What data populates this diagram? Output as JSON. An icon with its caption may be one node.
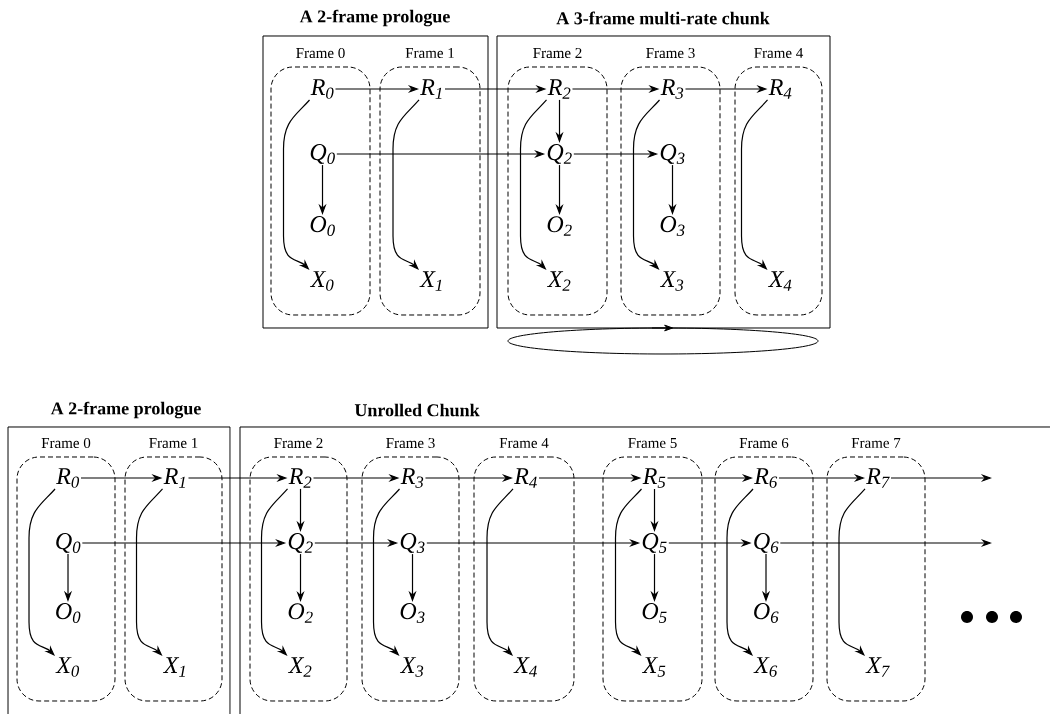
{
  "diagram": {
    "nodes": [
      {
        "text": [
          "A 2-frame prologue"
        ]
      },
      {
        "text": [
          "Frame 0"
        ],
        "in": 0
      },
      {
        "text": [
          "R$_{0}$"
        ],
        "in": 1
      },
      {
        "text": [
          "Q$_{0}$"
        ],
        "in": 1
      },
      {
        "text": [
          "O$_{0}$"
        ],
        "in": 1
      },
      {
        "text": [
          "X$_{0}$"
        ],
        "in": 1
      },
      {
        "text": [
          "Frame 1"
        ],
        "in": 0
      },
      {
        "text": [
          "R$_{1}$"
        ],
        "in": 6
      },
      {
        "text": [
          "X$_{1}$"
        ],
        "in": 6
      },
      {
        "text": [
          "A 3-frame multi-rate chunk"
        ]
      },
      {
        "text": [
          "Frame 2"
        ],
        "in": 9
      },
      {
        "text": [
          "R$_{2}$"
        ],
        "in": 10
      },
      {
        "text": [
          "Q$_{2}$"
        ],
        "in": 10
      },
      {
        "text": [
          "O$_{2}$"
        ],
        "in": 10
      },
      {
        "text": [
          "X$_{2}$"
        ],
        "in": 10
      },
      {
        "text": [
          "Frame 3"
        ],
        "in": 9
      },
      {
        "text": [
          "R$_{3}$"
        ],
        "in": 15
      },
      {
        "text": [
          "Q$_{3}$"
        ],
        "in": 15
      },
      {
        "text": [
          "O$_{3}$"
        ],
        "in": 15
      },
      {
        "text": [
          "X$_{3}$"
        ],
        "in": 15
      },
      {
        "text": [
          "Frame 4"
        ],
        "in": 9
      },
      {
        "text": [
          "R$_{4}$"
        ],
        "in": 20
      },
      {
        "text": [
          "X$_{4}$"
        ],
        "in": 20
      },
      {
        "text": [
          "A 2-frame prologue"
        ]
      },
      {
        "text": [
          "Frame 0"
        ],
        "in": 23
      },
      {
        "text": [
          "R$_{0}$"
        ],
        "in": 24
      },
      {
        "text": [
          "Q$_{0}$"
        ],
        "in": 24
      },
      {
        "text": [
          "O$_{0}$"
        ],
        "in": 24
      },
      {
        "text": [
          "X$_{0}$"
        ],
        "in": 24
      },
      {
        "text": [
          "Frame 1"
        ],
        "in": 23
      },
      {
        "text": [
          "R$_{1}$"
        ],
        "in": 29
      },
      {
        "text": [
          "X$_{1}$"
        ],
        "in": 29
      },
      {
        "text": [
          "Unrolled Chunk"
        ]
      },
      {
        "text": [
          "Frame 2"
        ],
        "in": 32
      },
      {
        "text": [
          "R$_{2}$"
        ],
        "in": 33
      },
      {
        "text": [
          "Q$_{2}$"
        ],
        "in": 33
      },
      {
        "text": [
          "O$_{2}$"
        ],
        "in": 33
      },
      {
        "text": [
          "X$_{2}$"
        ],
        "in": 33
      },
      {
        "text": [
          "Frame 3"
        ],
        "in": 32
      },
      {
        "text": [
          "R$_{3}$"
        ],
        "in": 38
      },
      {
        "text": [
          "Q$_{3}$"
        ],
        "in": 38
      },
      {
        "text": [
          "O$_{3}$"
        ],
        "in": 38
      },
      {
        "text": [
          "X$_{3}$"
        ],
        "in": 38
      },
      {
        "text": [
          "Frame 4"
        ],
        "in": 32
      },
      {
        "text": [
          "R$_{4}$"
        ],
        "in": 43
      },
      {
        "text": [
          "X$_{4}$"
        ],
        "in": 43
      },
      {
        "text": [
          "Frame 5"
        ],
        "in": 32
      },
      {
        "text": [
          "R$_{5}$"
        ],
        "in": 46
      },
      {
        "text": [
          "Q$_{5}$"
        ],
        "in": 46
      },
      {
        "text": [
          "O$_{5}$"
        ],
        "in": 46
      },
      {
        "text": [
          "X$_{5}$"
        ],
        "in": 46
      },
      {
        "text": [
          "Frame 6"
        ],
        "in": 32
      },
      {
        "text": [
          "R$_{6}$"
        ],
        "in": 51
      },
      {
        "text": [
          "Q$_{6}$"
        ],
        "in": 51
      },
      {
        "text": [
          "O$_{6}$"
        ],
        "in": 51
      },
      {
        "text": [
          "X$_{6}$"
        ],
        "in": 51
      },
      {
        "text": [
          "Frame 7"
        ],
        "in": 32
      },
      {
        "text": [
          "R$_{7}$"
        ],
        "in": 56
      },
      {
        "text": [
          "X$_{7}$"
        ],
        "in": 56
      }
    ],
    "edges": [
      {
        "from": 2,
        "to": 7,
        "arrow": "to"
      },
      {
        "from": 7,
        "to": 11,
        "arrow": "to"
      },
      {
        "from": 11,
        "to": 16,
        "arrow": "to"
      },
      {
        "from": 16,
        "to": 21,
        "arrow": "to"
      },
      {
        "from": 2,
        "to": 5,
        "arrow": "to"
      },
      {
        "from": 7,
        "to": 8,
        "arrow": "to"
      },
      {
        "from": 11,
        "to": 14,
        "arrow": "to"
      },
      {
        "from": 16,
        "to": 19,
        "arrow": "to"
      },
      {
        "from": 21,
        "to": 22,
        "arrow": "to"
      },
      {
        "from": 11,
        "to": 12,
        "arrow": "to"
      },
      {
        "from": 3,
        "to": 12,
        "arrow": "to"
      },
      {
        "from": 12,
        "to": 17,
        "arrow": "to"
      },
      {
        "from": 3,
        "to": 4,
        "arrow": "to"
      },
      {
        "from": 12,
        "to": 13,
        "arrow": "to"
      },
      {
        "from": 17,
        "to": 18,
        "arrow": "to"
      },
      {
        "from": 25,
        "to": 30,
        "arrow": "to"
      },
      {
        "from": 30,
        "to": 34,
        "arrow": "to"
      },
      {
        "from": 34,
        "to": 39,
        "arrow": "to"
      },
      {
        "from": 39,
        "to": 44,
        "arrow": "to"
      },
      {
        "from": 44,
        "to": 47,
        "arrow": "to"
      },
      {
        "from": 47,
        "to": 52,
        "arrow": "to"
      },
      {
        "from": 52,
        "to": 57,
        "arrow": "to"
      },
      {
        "from": 57,
        "to": null,
        "arrow": "to"
      },
      {
        "from": 25,
        "to": 28,
        "arrow": "to"
      },
      {
        "from": 30,
        "to": 31,
        "arrow": "to"
      },
      {
        "from": 34,
        "to": 37,
        "arrow": "to"
      },
      {
        "from": 39,
        "to": 42,
        "arrow": "to"
      },
      {
        "from": 44,
        "to": 45,
        "arrow": "to"
      },
      {
        "from": 47,
        "to": 50,
        "arrow": "to"
      },
      {
        "from": 52,
        "to": 55,
        "arrow": "to"
      },
      {
        "from": 57,
        "to": 58,
        "arrow": "to"
      },
      {
        "from": 34,
        "to": 35,
        "arrow": "to"
      },
      {
        "from": 47,
        "to": 48,
        "arrow": "to"
      },
      {
        "from": 26,
        "to": 35,
        "arrow": "to"
      },
      {
        "from": 35,
        "to": 40,
        "arrow": "to"
      },
      {
        "from": 40,
        "to": 48,
        "arrow": "to"
      },
      {
        "from": 48,
        "to": 53,
        "arrow": "to"
      },
      {
        "from": 53,
        "to": null,
        "arrow": "to"
      },
      {
        "from": 26,
        "to": 27,
        "arrow": "to"
      },
      {
        "from": 35,
        "to": 36,
        "arrow": "to"
      },
      {
        "from": 40,
        "to": 41,
        "arrow": "to"
      },
      {
        "from": 48,
        "to": 49,
        "arrow": "to"
      },
      {
        "from": 53,
        "to": 54,
        "arrow": "to"
      }
    ]
  }
}
